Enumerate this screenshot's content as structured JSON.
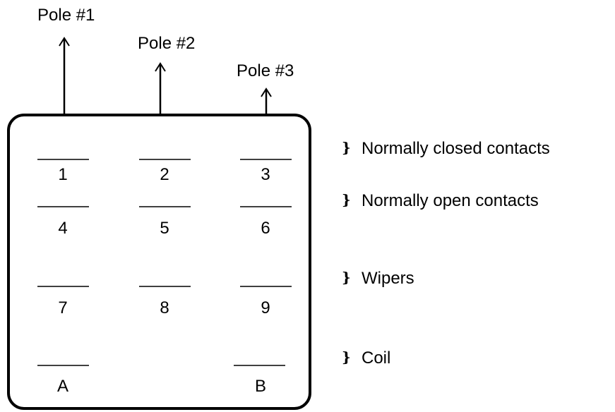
{
  "poles": [
    {
      "label": "Pole #1"
    },
    {
      "label": "Pole #2"
    },
    {
      "label": "Pole #3"
    }
  ],
  "terminals": [
    {
      "label": "1"
    },
    {
      "label": "2"
    },
    {
      "label": "3"
    },
    {
      "label": "4"
    },
    {
      "label": "5"
    },
    {
      "label": "6"
    },
    {
      "label": "7"
    },
    {
      "label": "8"
    },
    {
      "label": "9"
    },
    {
      "label": "A"
    },
    {
      "label": "B"
    }
  ],
  "legend": [
    {
      "marker": "}",
      "text": "Normally closed contacts"
    },
    {
      "marker": "}",
      "text": "Normally open contacts"
    },
    {
      "marker": "}",
      "text": "Wipers"
    },
    {
      "marker": "}",
      "text": "Coil"
    }
  ],
  "colors": {
    "line": "#000000",
    "background": "#ffffff"
  }
}
